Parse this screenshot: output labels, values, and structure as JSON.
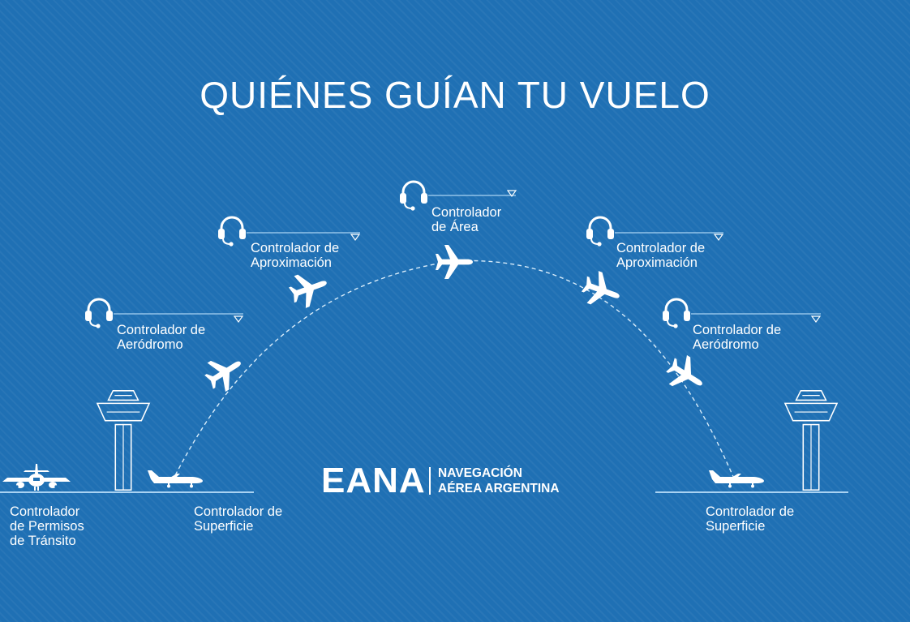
{
  "title": "QUIÉNES GUÍAN TU VUELO",
  "colors": {
    "background": "#1f70b4",
    "foreground": "#ffffff",
    "line": "#a9d2f2"
  },
  "controllers": [
    {
      "id": "transito",
      "line1": "Controlador",
      "line2": "de Permisos",
      "line3": "de Tránsito"
    },
    {
      "id": "superficie-left",
      "line1": "Controlador de",
      "line2": "Superficie"
    },
    {
      "id": "aerodromo-left",
      "line1": "Controlador de",
      "line2": "Aeródromo"
    },
    {
      "id": "aproximacion-left",
      "line1": "Controlador de",
      "line2": "Aproximación"
    },
    {
      "id": "area",
      "line1": "Controlador",
      "line2": "de Área"
    },
    {
      "id": "aproximacion-right",
      "line1": "Controlador de",
      "line2": "Aproximación"
    },
    {
      "id": "aerodromo-right",
      "line1": "Controlador de",
      "line2": "Aeródromo"
    },
    {
      "id": "superficie-right",
      "line1": "Controlador de",
      "line2": "Superficie"
    }
  ],
  "logo": {
    "name": "EANA",
    "line1": "NAVEGACIÓN",
    "line2": "AÉREA ARGENTINA"
  },
  "icons": [
    "headset-icon",
    "control-tower-icon",
    "airplane-icon",
    "airplane-front-icon"
  ]
}
